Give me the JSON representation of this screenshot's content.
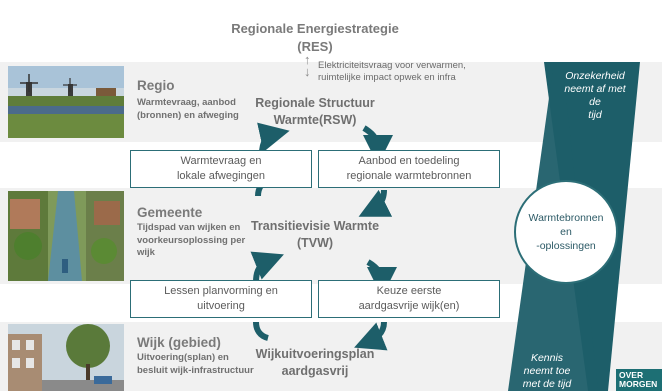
{
  "header": {
    "title_line1": "Regionale Energiestrategie",
    "title_line2": "(RES)",
    "note_line1": "Elektriciteitsvraag voor verwarmen,",
    "note_line2": "ruimtelijke impact opwek en infra"
  },
  "levels": [
    {
      "title": "Regio",
      "desc_line1": "Warmtevraag, aanbod",
      "desc_line2": "(bronnen) en afweging"
    },
    {
      "title": "Gemeente",
      "desc_line1": "Tijdspad van wijken en",
      "desc_line2": "voorkeursoplossing per",
      "desc_line3": "wijk"
    },
    {
      "title": "Wijk (gebied)",
      "desc_line1": "Uitvoering(splan) en",
      "desc_line2": "besluit wijk-infrastructuur"
    }
  ],
  "nodes": {
    "rsw_line1": "Regionale Structuur",
    "rsw_line2": "Warmte(RSW)",
    "tvw_line1": "Transitievisie Warmte",
    "tvw_line2": "(TVW)",
    "wuvp_line1": "Wijkuitvoeringsplan",
    "wuvp_line2": "aardgasvrij"
  },
  "boxes": {
    "warmtevraag_line1": "Warmtevraag en",
    "warmtevraag_line2": "lokale afwegingen",
    "aanbod_line1": "Aanbod en toedeling",
    "aanbod_line2": "regionale warmtebronnen",
    "lessen_line1": "Lessen planvorming en",
    "lessen_line2": "uitvoering",
    "keuze_line1": "Keuze eerste",
    "keuze_line2": "aardgasvrije wijk(en)"
  },
  "banner": {
    "top_line1": "Onzekerheid",
    "top_line2": "neemt af met",
    "top_line3": "de",
    "top_line4": "tijd",
    "bottom_line1": "Kennis",
    "bottom_line2": "neemt toe",
    "bottom_line3": "met de tijd"
  },
  "circle": {
    "line1": "Warmtebronnen",
    "line2": "en",
    "line3": "-oplossingen"
  },
  "logo": {
    "line1": "OVER",
    "line2": "MORGEN"
  },
  "colors": {
    "teal": "#1d5e69",
    "band": "#f1f1f1",
    "text": "#6b6b6b"
  }
}
